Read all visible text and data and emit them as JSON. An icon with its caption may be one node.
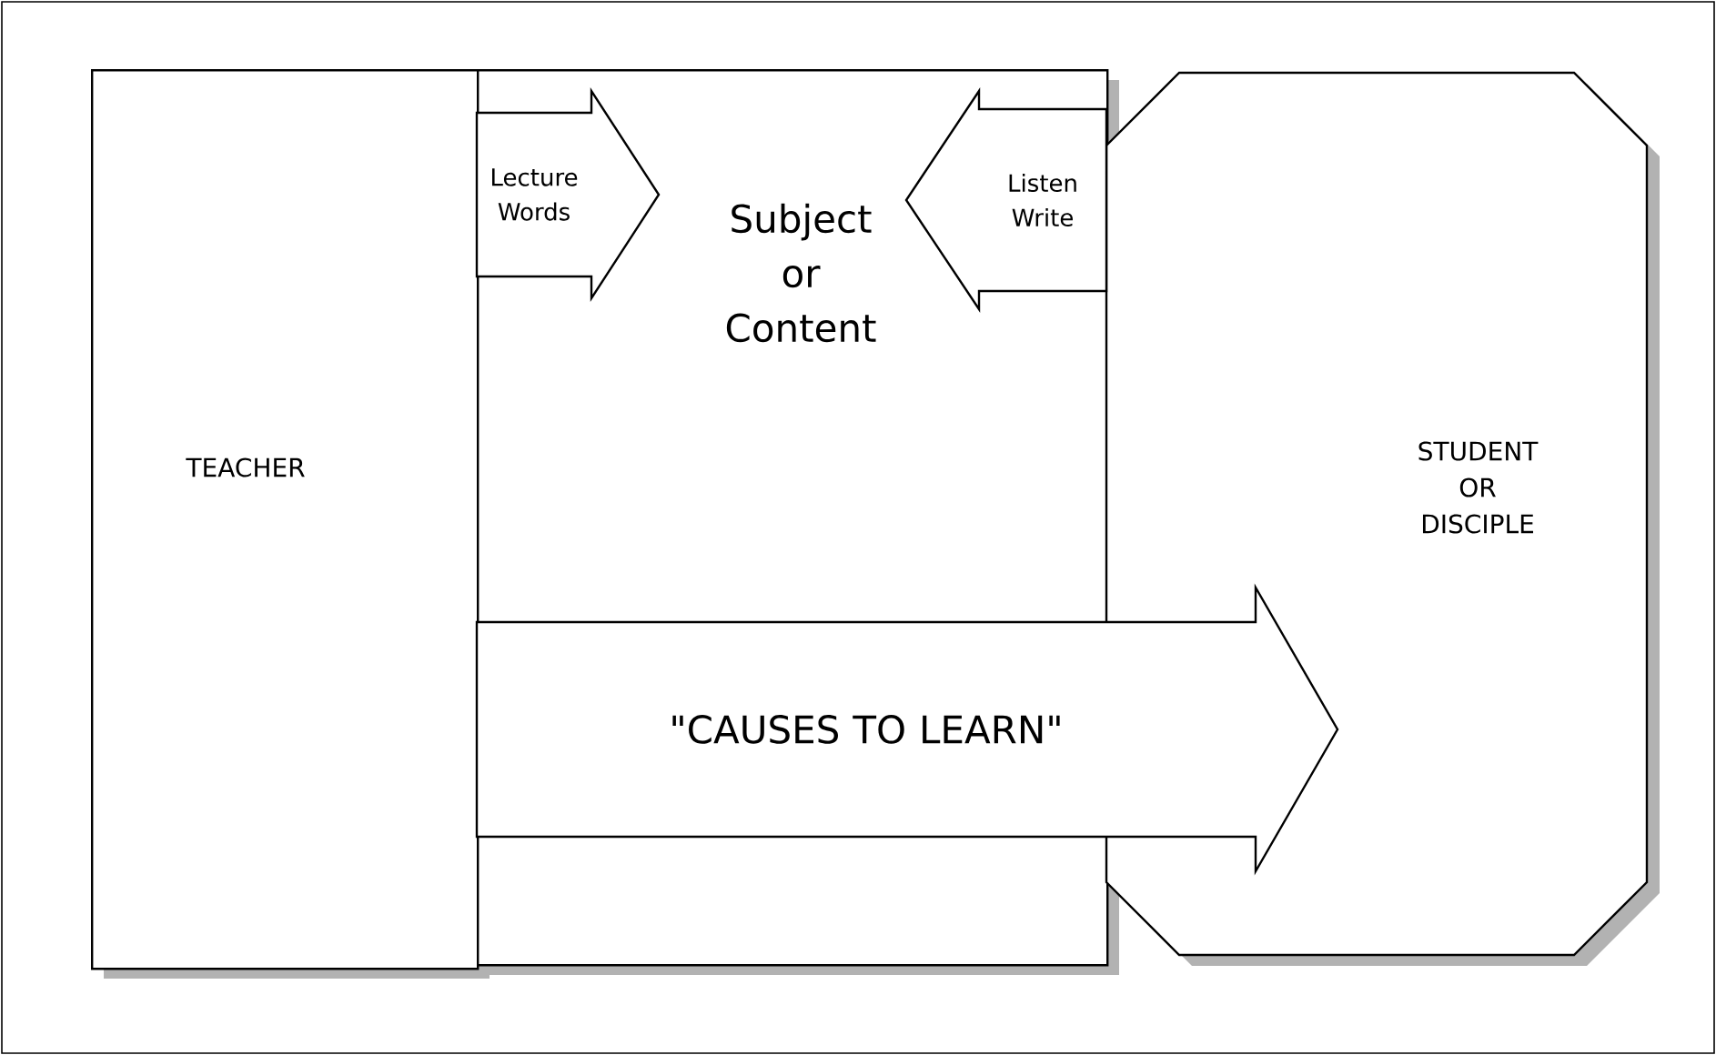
{
  "diagram": {
    "nodes": [
      {
        "text": [
          "TEACHER"
        ]
      },
      {
        "text": [
          "Subject or Content"
        ]
      },
      {
        "text": [
          "STUDENT OR DISCIPLE"
        ]
      }
    ],
    "edges": [
      {
        "from": 0,
        "to": 1,
        "arrow": "to",
        "label": "Lecture Words"
      },
      {
        "from": 2,
        "to": 1,
        "arrow": "to",
        "label": "Listen Write"
      },
      {
        "from": 0,
        "to": 2,
        "arrow": "to",
        "label": "\"CAUSES TO LEARN\""
      }
    ]
  }
}
